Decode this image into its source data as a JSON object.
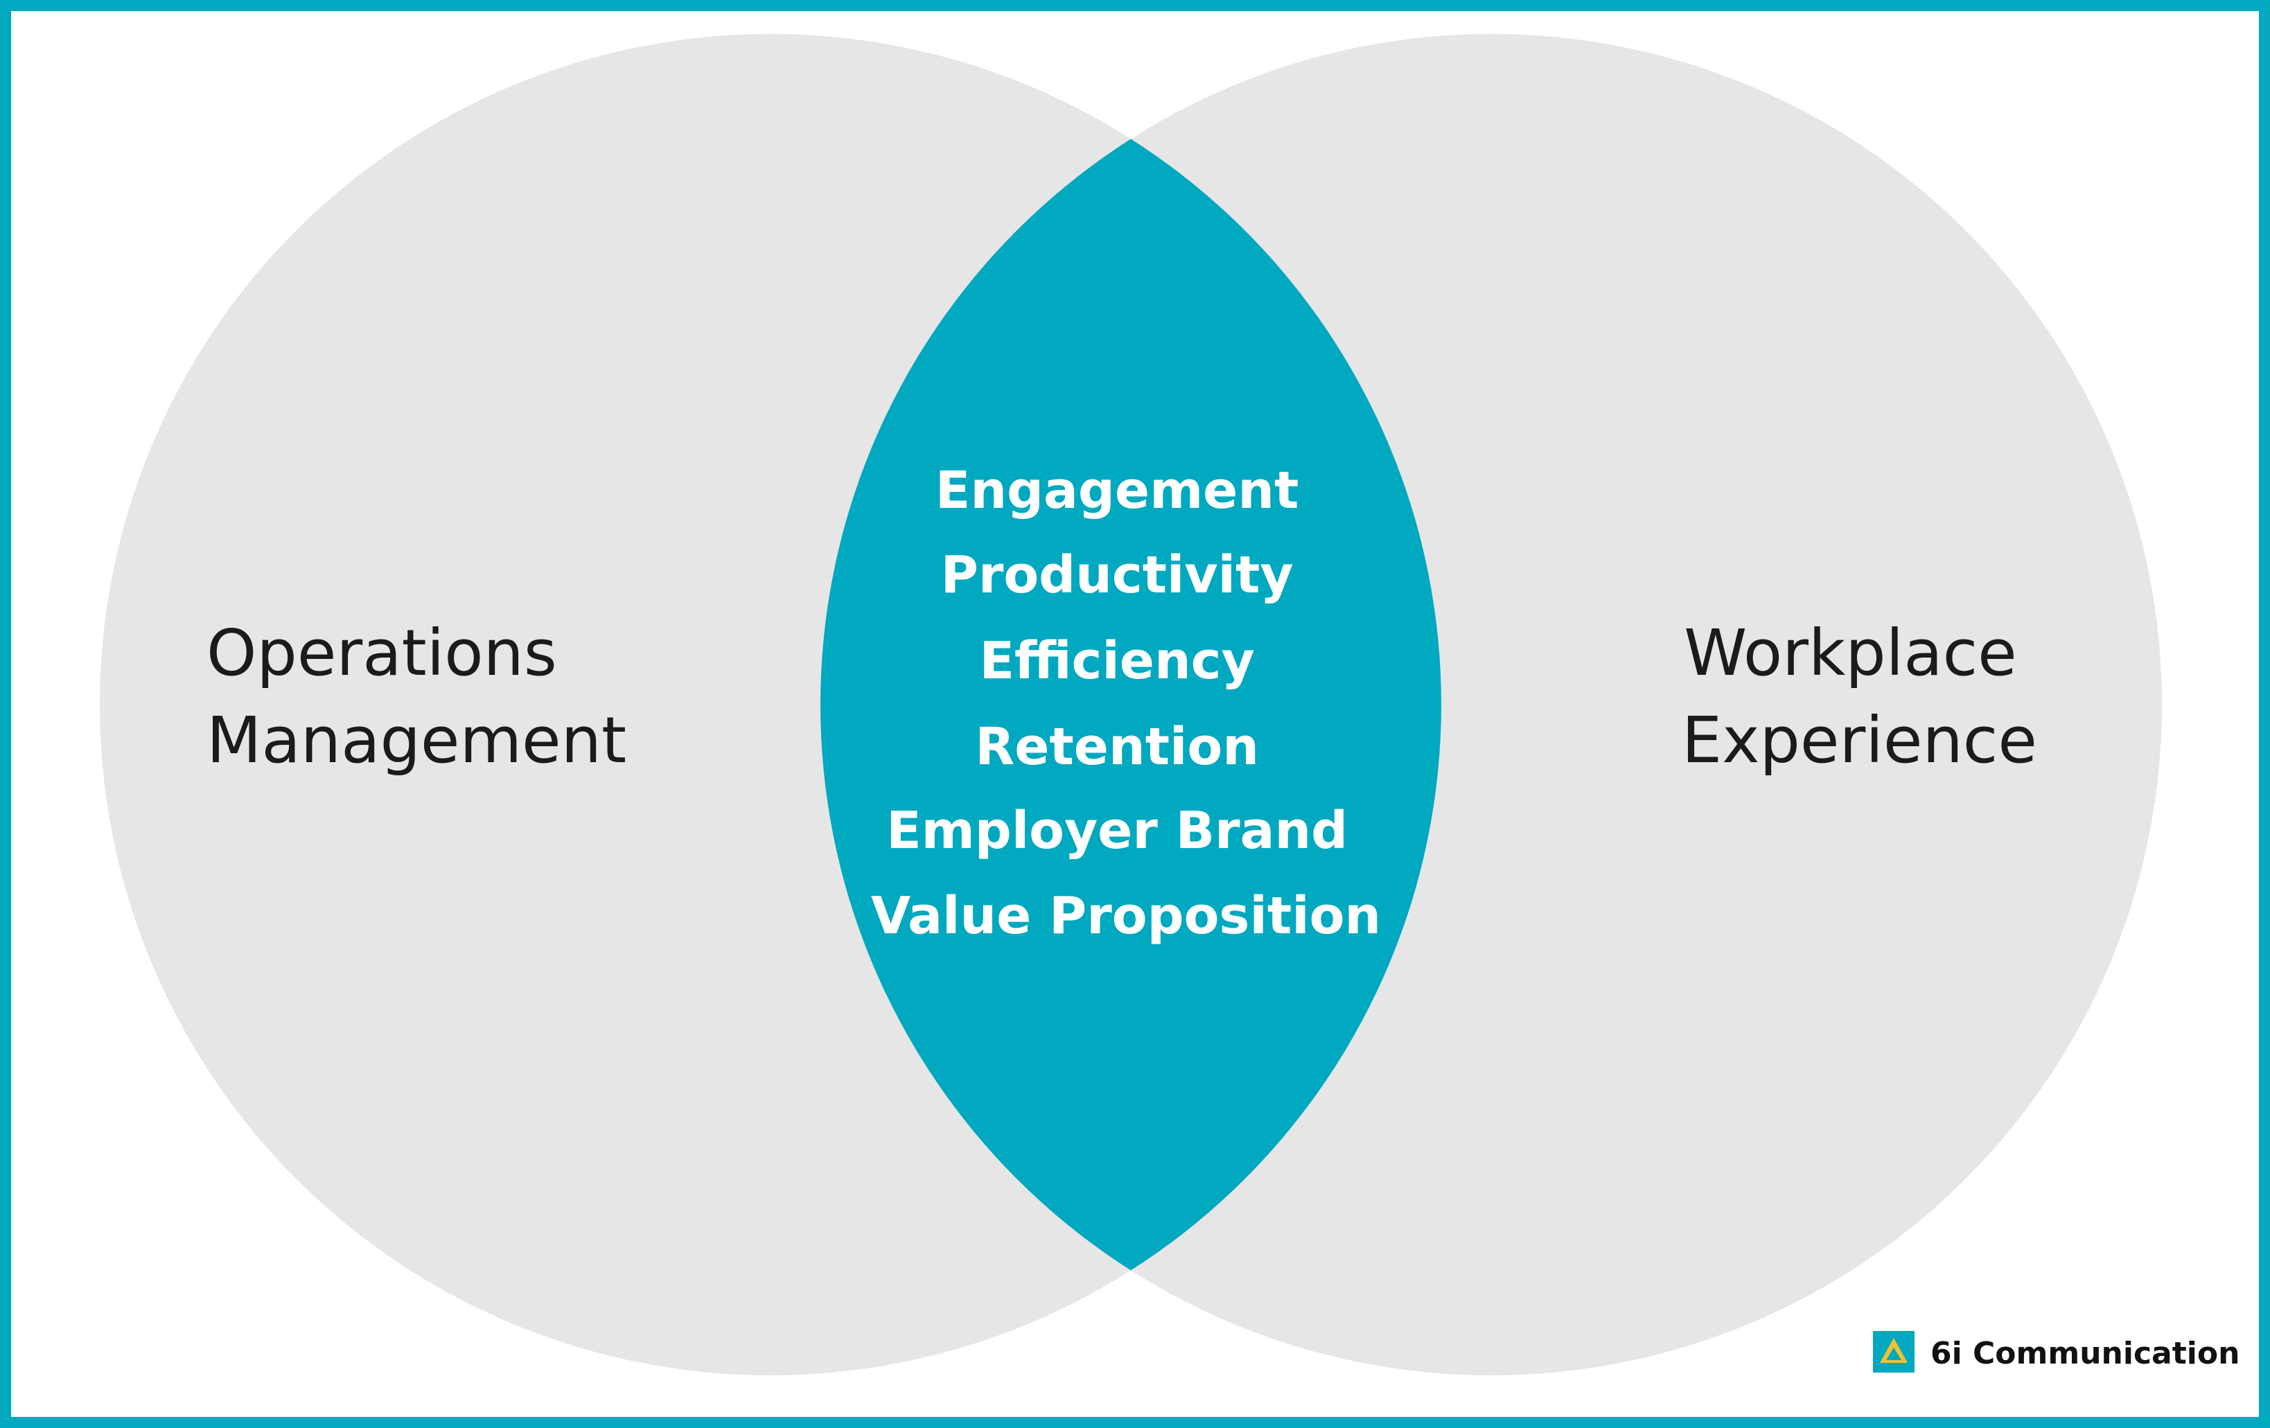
{
  "diagram": {
    "left_circle": {
      "label_lines": [
        "Operations",
        "Management"
      ]
    },
    "right_circle": {
      "label_lines": [
        "Workplace",
        "Experience"
      ]
    },
    "overlap": {
      "items": [
        "Engagement",
        "Productivity",
        "Efficiency",
        "Retention",
        "Employer Brand",
        "Value Proposition"
      ]
    }
  },
  "branding": {
    "name": "6i Communication",
    "logo_icon": "triangle-logo-icon"
  },
  "colors": {
    "frame": "#00A8C0",
    "circle_fill": "#E6E6E6",
    "overlap_fill": "#00A8C0",
    "overlap_text": "#FFFFFF",
    "label_text": "#1B1B1B",
    "logo_accent": "#F2C230"
  }
}
